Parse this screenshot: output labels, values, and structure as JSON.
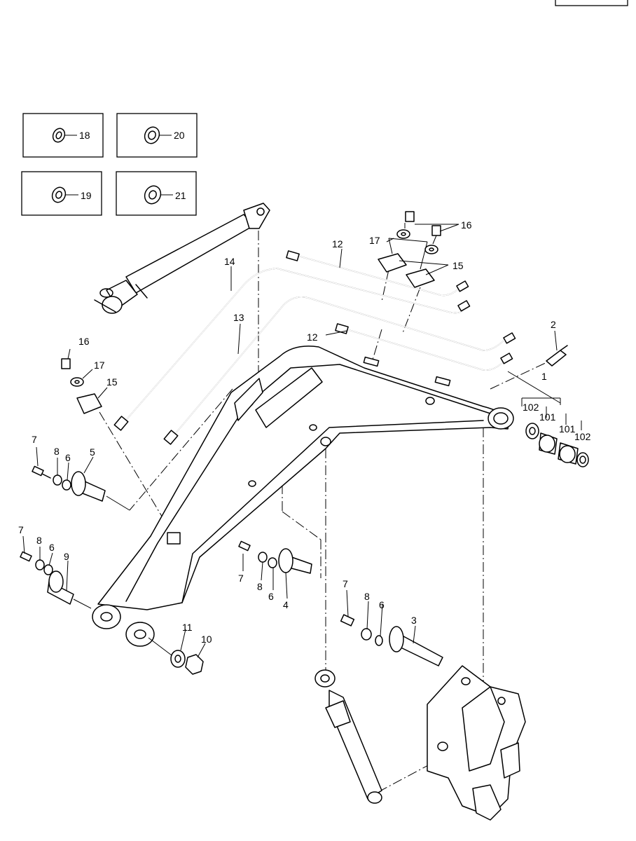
{
  "callouts": {
    "n1": "1",
    "n2": "2",
    "n3": "3",
    "n4": "4",
    "n5": "5",
    "n6": "6",
    "n7": "7",
    "n8": "8",
    "n9": "9",
    "n10": "10",
    "n11": "11",
    "n12": "12",
    "n13": "13",
    "n14": "14",
    "n15": "15",
    "n16": "16",
    "n17": "17",
    "n18": "18",
    "n19": "19",
    "n20": "20",
    "n21": "21",
    "n101": "101",
    "n102": "102"
  }
}
